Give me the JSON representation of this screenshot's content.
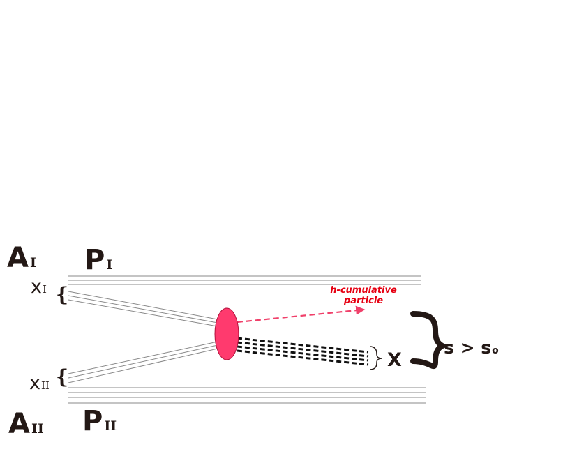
{
  "labels": {
    "a1": "A",
    "a1_sub": "I",
    "p1": "P",
    "p1_sub": "I",
    "x1": "x",
    "x1_sub": "I",
    "x2": "x",
    "x2_sub": "II",
    "a2": "A",
    "a2_sub": "II",
    "p2": "P",
    "p2_sub": "II",
    "particle_line1": "h-cumulative",
    "particle_line2": "particle",
    "x_label": "X",
    "s_condition": "s > s",
    "s_sub": "o"
  },
  "colors": {
    "ink": "#231815",
    "accent": "#e60012",
    "blob": "#ff3a6e",
    "arrow": "#f0406a",
    "beam_lines": "#888888"
  }
}
